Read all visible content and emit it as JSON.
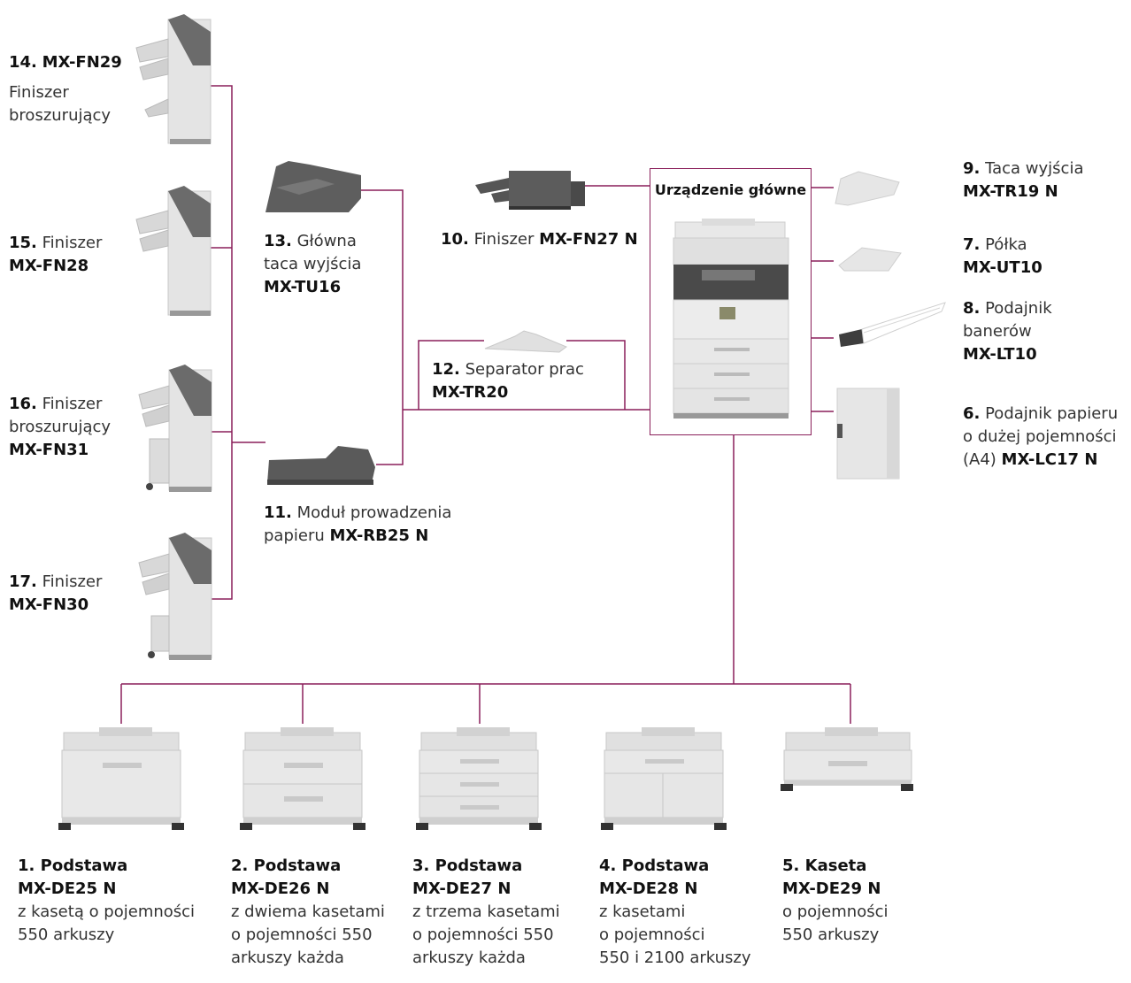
{
  "colors": {
    "connector": "#8a1f5a",
    "device_light": "#e2e2e2",
    "device_dark": "#555555"
  },
  "main_unit": {
    "title": "Urządzenie główne"
  },
  "accessories": {
    "a14": {
      "num": "14.",
      "model": "MX-FN29",
      "desc1": "Finiszer",
      "desc2": "broszurujący"
    },
    "a15": {
      "num": "15.",
      "desc": " Finiszer",
      "model": "MX-FN28"
    },
    "a16": {
      "num": "16.",
      "desc1": " Finiszer",
      "desc2": "broszurujący",
      "model": "MX-FN31"
    },
    "a17": {
      "num": "17.",
      "desc": " Finiszer",
      "model": "MX-FN30"
    },
    "a13": {
      "num": "13.",
      "desc1": " Główna",
      "desc2": "taca wyjścia",
      "model": "MX-TU16"
    },
    "a11": {
      "num": "11.",
      "desc1": " Moduł prowadzenia",
      "desc2": "papieru ",
      "model": "MX-RB25 N"
    },
    "a10": {
      "num": "10.",
      "desc": " Finiszer ",
      "model": "MX-FN27 N"
    },
    "a12": {
      "num": "12.",
      "desc": " Separator prac",
      "model": "MX-TR20"
    },
    "a9": {
      "num": "9.",
      "desc": " Taca wyjścia",
      "model": "MX-TR19 N"
    },
    "a7": {
      "num": "7.",
      "desc": " Półka",
      "model": "MX-UT10"
    },
    "a8": {
      "num": "8.",
      "desc1": " Podajnik",
      "desc2": "banerów",
      "model": "MX-LT10"
    },
    "a6": {
      "num": "6.",
      "desc1": " Podajnik papieru",
      "desc2": "o dużej pojemności",
      "desc3": "(A4) ",
      "model": "MX-LC17 N"
    }
  },
  "stands": [
    {
      "title": "1. Podstawa",
      "model": "MX-DE25 N",
      "d1": "z kasetą o pojemności",
      "d2": "550 arkuszy",
      "d3": ""
    },
    {
      "title": "2. Podstawa",
      "model": "MX-DE26 N",
      "d1": "z dwiema kasetami",
      "d2": "o pojemności 550",
      "d3": "arkuszy każda"
    },
    {
      "title": "3. Podstawa",
      "model": "MX-DE27 N",
      "d1": "z trzema kasetami",
      "d2": "o pojemności 550",
      "d3": "arkuszy każda"
    },
    {
      "title": "4. Podstawa",
      "model": "MX-DE28 N",
      "d1": "z kasetami",
      "d2": "o pojemności",
      "d3": "550 i 2100 arkuszy"
    },
    {
      "title": "5. Kaseta",
      "model": "MX-DE29 N",
      "d1": "o pojemności",
      "d2": "550 arkuszy",
      "d3": ""
    }
  ]
}
